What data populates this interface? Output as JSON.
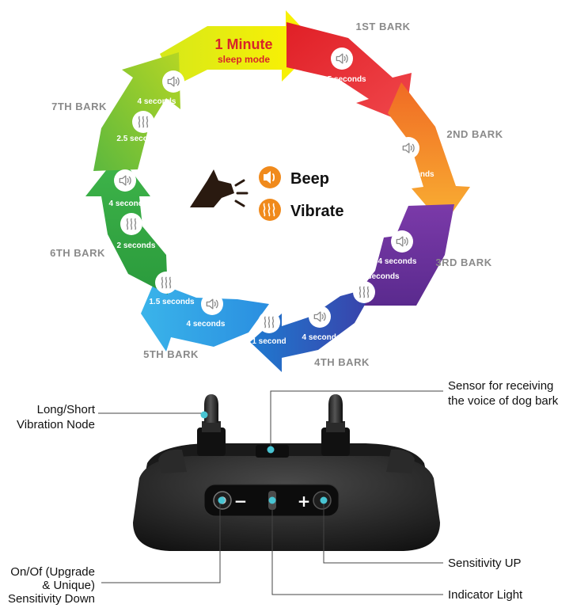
{
  "sleep_mode": {
    "title": "1 Minute",
    "subtitle": "sleep mode"
  },
  "legend": {
    "beep": "Beep",
    "vibrate": "Vibrate"
  },
  "barks": {
    "b1": {
      "label": "1ST BARK",
      "beep": "1.5 seconds"
    },
    "b2": {
      "label": "2ND BARK",
      "beep": "2.5 seconds"
    },
    "b3": {
      "label": "3RD BARK",
      "beep": "4 seconds",
      "vibrate": "0.5 seconds"
    },
    "b4": {
      "label": "4TH BARK",
      "beep": "4 seconds",
      "vibrate": "1 second"
    },
    "b5": {
      "label": "5TH BARK",
      "beep": "4 seconds",
      "vibrate": "1.5 seconds"
    },
    "b6": {
      "label": "6TH BARK",
      "beep": "4 seconds",
      "vibrate": "2 seconds"
    },
    "b7": {
      "label": "7TH BARK",
      "beep": "4 seconds",
      "vibrate": "2.5 seconds"
    }
  },
  "callouts": {
    "node_1": "Long/Short",
    "node_2": "Vibration Node",
    "sensor_1": "Sensor for receiving",
    "sensor_2": "the voice of dog bark",
    "onoff_1": "On/Of (Upgrade",
    "onoff_2": "& Unique)",
    "onoff_3": "Sensitivity Down",
    "sens_up": "Sensitivity UP",
    "indicator": "Indicator Light"
  },
  "buttons": {
    "minus": "−",
    "plus": "+"
  },
  "colors": {
    "sleep": "#f7e200",
    "bark1": "#e8262d",
    "bark2": "#f39a1e",
    "bark3": "#6a2f9c",
    "bark4": "#2656b8",
    "bark5": "#2f9fe0",
    "bark6": "#2da845",
    "bark7": "#8dc63f",
    "legend_orange": "#f08a1c"
  }
}
